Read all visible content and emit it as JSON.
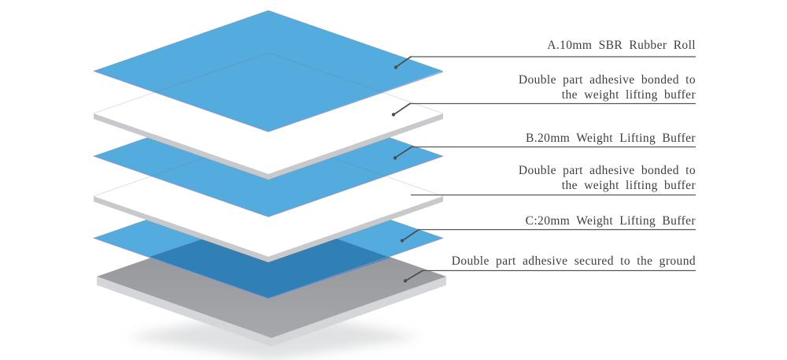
{
  "labels": [
    {
      "name": "layer-a",
      "lines": [
        "A.10mm SBR Rubber Roll"
      ]
    },
    {
      "name": "adhesive-top",
      "lines": [
        "Double part adhesive bonded to",
        "the weight lifting buffer"
      ]
    },
    {
      "name": "layer-b",
      "lines": [
        "B.20mm Weight Lifting Buffer"
      ]
    },
    {
      "name": "adhesive-middle",
      "lines": [
        "Double part adhesive bonded to",
        "the weight lifting buffer"
      ]
    },
    {
      "name": "layer-c",
      "lines": [
        "C:20mm Weight Lifting Buffer"
      ]
    },
    {
      "name": "adhesive-ground",
      "lines": [
        "Double part adhesive secured to the ground"
      ]
    }
  ],
  "colors": {
    "layer_blue": "#54ABDE",
    "overlap_blue": "#3080B6",
    "slab_side_gray": "#C7C9CC",
    "base_top_dark": "#8F9194",
    "base_top_light": "#A8AAAD",
    "base_side_gray": "#D4D6D9",
    "edge_purple": "#9A8BB2",
    "ghost_line": "#6F7280",
    "leader_line": "#57575A",
    "tick_dot": "#4C4C4F",
    "text": "#3E3E3E",
    "shadow": "#C6C9CC",
    "background": "#FFFFFF"
  }
}
